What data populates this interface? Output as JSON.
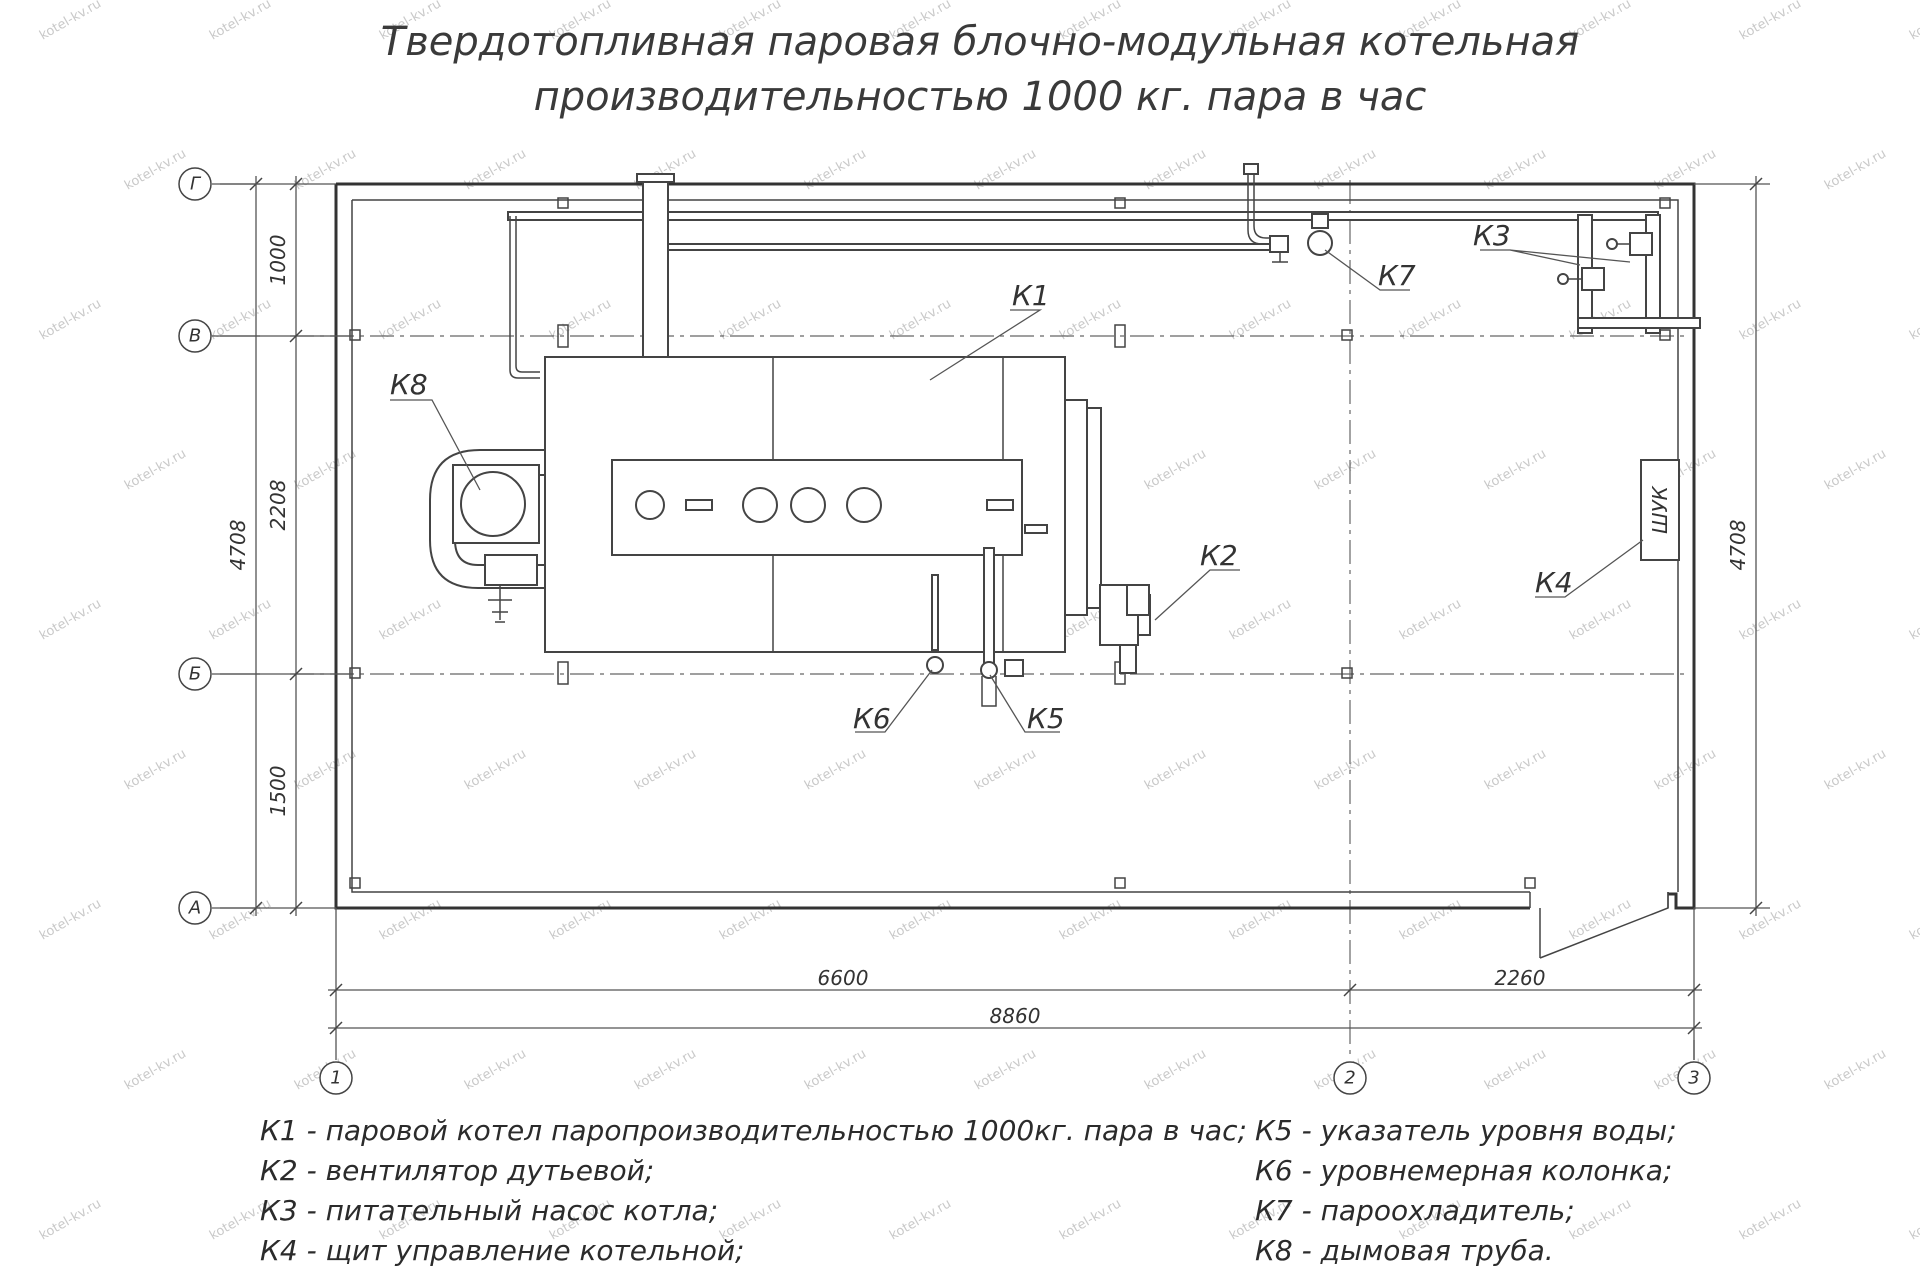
{
  "title": {
    "line1": "Твердотопливная паровая блочно-модульная котельная",
    "line2": "производительностью 1000 кг. пара в час"
  },
  "axes": {
    "rows": [
      "Г",
      "В",
      "Б",
      "А"
    ],
    "cols": [
      "1",
      "2",
      "3"
    ]
  },
  "dimensions": {
    "d1000": "1000",
    "d2208": "2208",
    "d1500": "1500",
    "d4708_left": "4708",
    "d4708_right": "4708",
    "d6600": "6600",
    "d2260": "2260",
    "d8860": "8860"
  },
  "labels": {
    "k1": "К1",
    "k2": "К2",
    "k3": "К3",
    "k4": "К4",
    "k5": "К5",
    "k6": "К6",
    "k7": "К7",
    "k8": "К8",
    "panel": "ШУК"
  },
  "legend": {
    "left": [
      "К1 - паровой  котел паропроизводительностью 1000кг. пара в час;",
      "К2 - вентилятор дутьевой;",
      "К3 - питательный насос котла;",
      "К4 - щит управление котельной;"
    ],
    "right": [
      "К5 - указатель уровня воды;",
      "К6 - уровнемерная колонка;",
      "К7 - пароохладитель;",
      "К8 - дымовая труба."
    ]
  },
  "watermark": "kotel-kv.ru"
}
